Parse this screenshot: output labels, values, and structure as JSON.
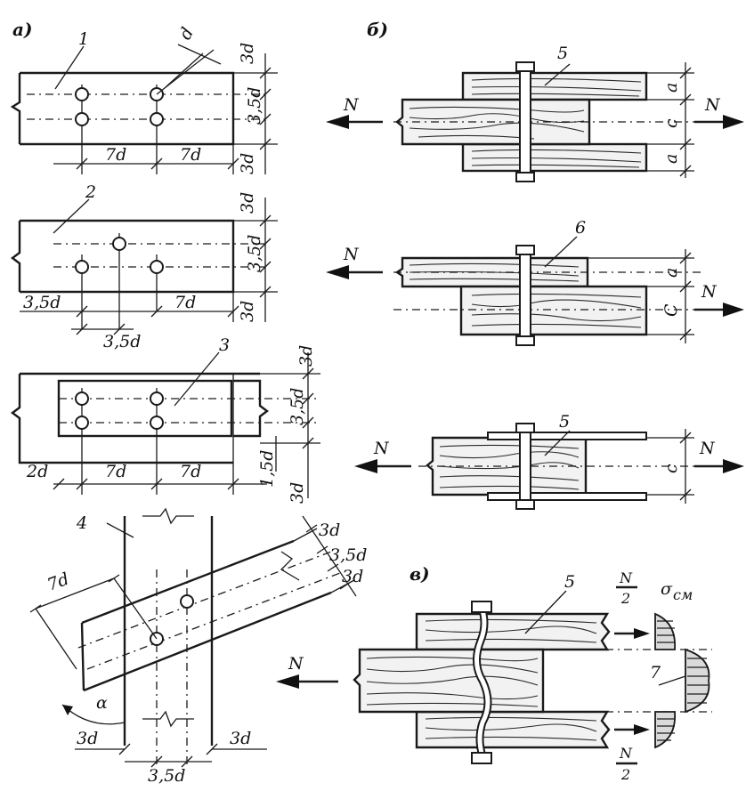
{
  "panels": {
    "a": "а)",
    "b": "б)",
    "v": "в)"
  },
  "numbers": {
    "n1": "1",
    "n2": "2",
    "n3": "3",
    "n4": "4",
    "n5a": "5",
    "n6": "6",
    "n5b": "5",
    "n5c": "5",
    "n7": "7"
  },
  "dims": {
    "d": "d",
    "d3": "3d",
    "d35": "3,5d",
    "d7": "7d",
    "d2": "2d",
    "d15": "1,5d",
    "a": "a",
    "c": "c",
    "C": "C"
  },
  "forces": {
    "N": "N",
    "N2num": "N",
    "N2den": "2",
    "sigma": "σ",
    "sigma_sub": "см",
    "alpha": "α"
  }
}
